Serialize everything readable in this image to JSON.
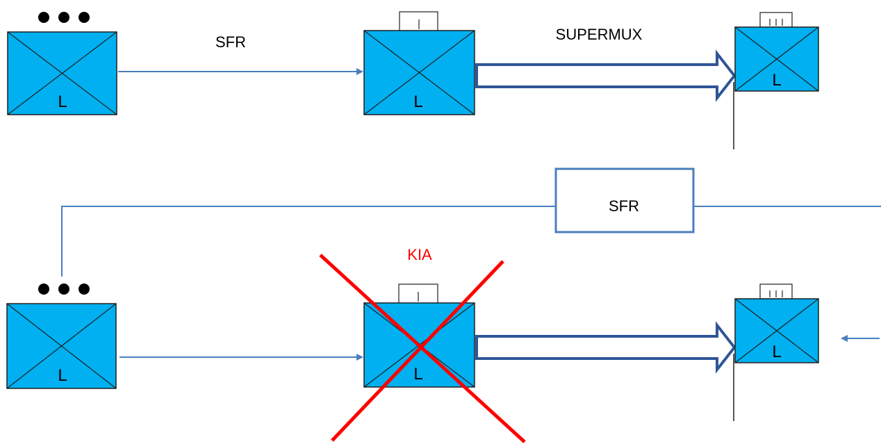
{
  "colors": {
    "box_fill": "#00b0f0",
    "box_stroke": "#1f1f1f",
    "line": "#4a7ebf",
    "fat_arrow": "#2f5597",
    "cross": "#ff0000",
    "text": "#000000",
    "kia_text": "#ff0000"
  },
  "top_row": {
    "sfr_label": "SFR",
    "supermux_label": "SUPERMUX",
    "box1_letter": "L",
    "box2_letter": "L",
    "box3_letter": "L"
  },
  "bottom_row": {
    "sfr_box_label": "SFR",
    "kia_label": "KIA",
    "box1_letter": "L",
    "box2_letter": "L",
    "box3_letter": "L"
  }
}
